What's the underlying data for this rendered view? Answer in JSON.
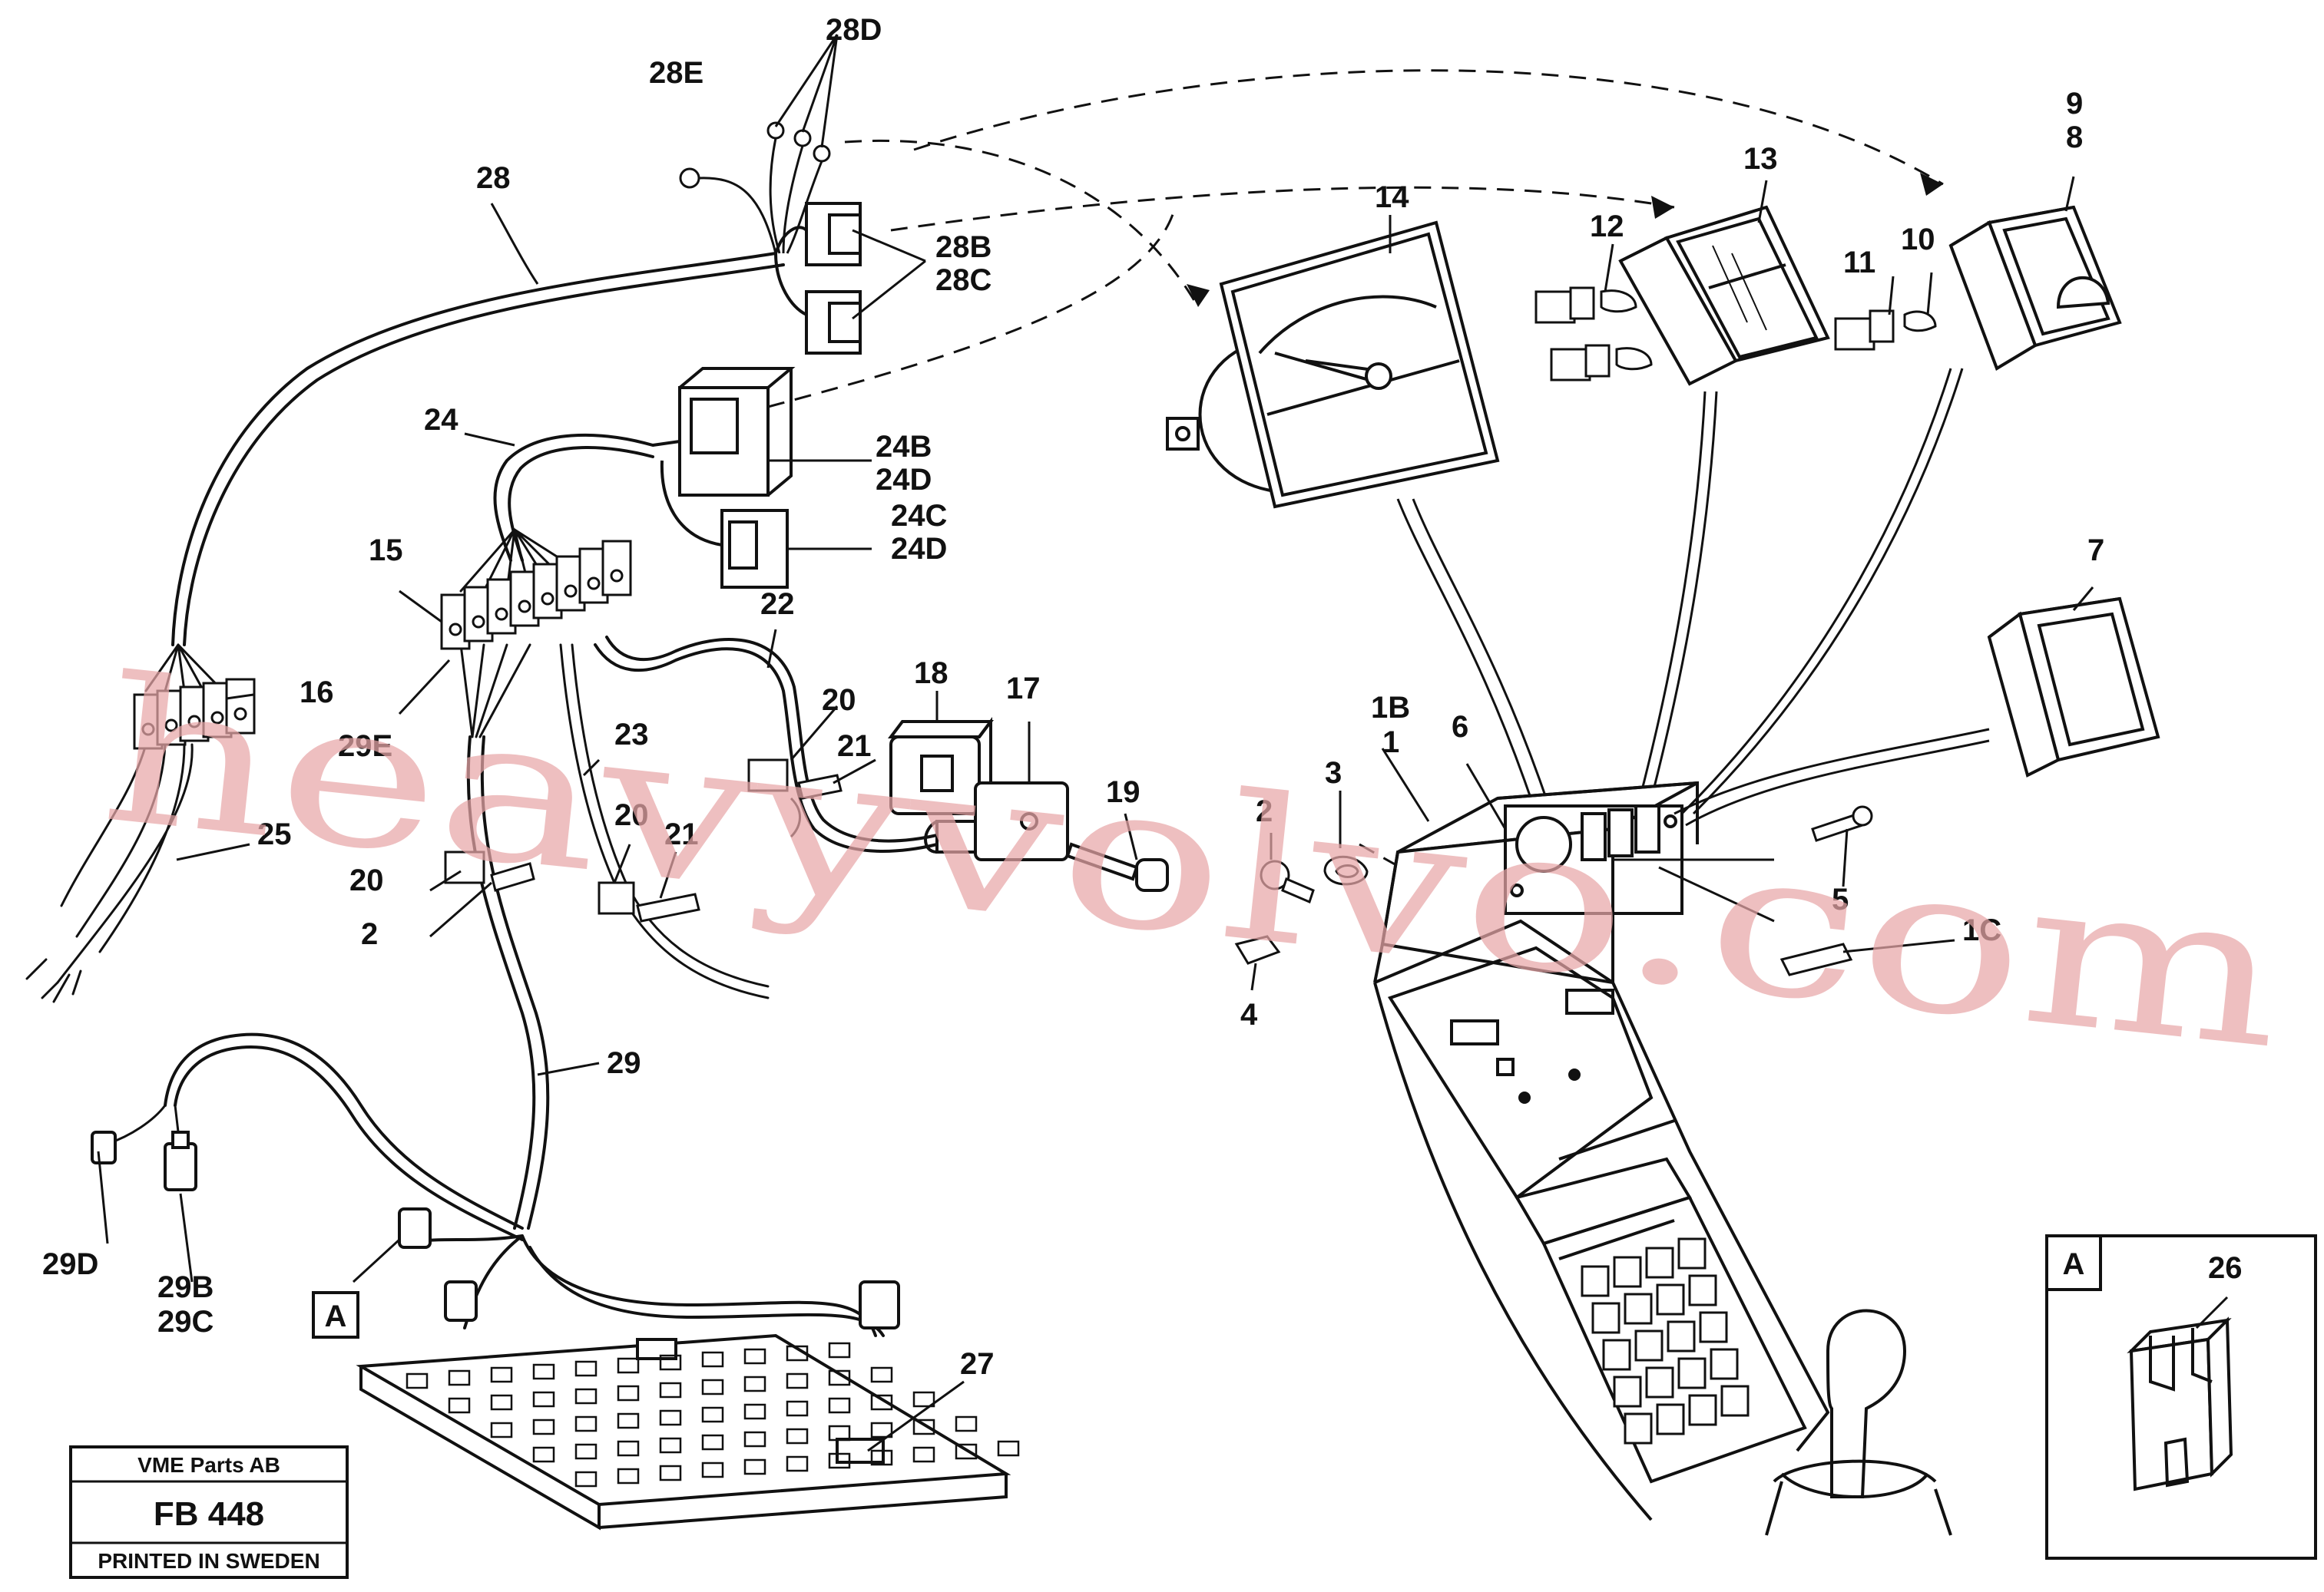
{
  "diagram": {
    "callouts": [
      {
        "key": "c28D",
        "text": "28D"
      },
      {
        "key": "c28E",
        "text": "28E"
      },
      {
        "key": "c28",
        "text": "28"
      },
      {
        "key": "c28B",
        "text": "28B"
      },
      {
        "key": "c28C",
        "text": "28C"
      },
      {
        "key": "c24",
        "text": "24"
      },
      {
        "key": "c24B",
        "text": "24B"
      },
      {
        "key": "c24D1",
        "text": "24D"
      },
      {
        "key": "c24C",
        "text": "24C"
      },
      {
        "key": "c24D2",
        "text": "24D"
      },
      {
        "key": "c15",
        "text": "15"
      },
      {
        "key": "c16",
        "text": "16"
      },
      {
        "key": "c29E",
        "text": "29E"
      },
      {
        "key": "c22",
        "text": "22"
      },
      {
        "key": "c23",
        "text": "23"
      },
      {
        "key": "c20a",
        "text": "20"
      },
      {
        "key": "c21a",
        "text": "21"
      },
      {
        "key": "c20b",
        "text": "20"
      },
      {
        "key": "c21b",
        "text": "21"
      },
      {
        "key": "c20c",
        "text": "20"
      },
      {
        "key": "c2a",
        "text": "2"
      },
      {
        "key": "c25",
        "text": "25"
      },
      {
        "key": "c18",
        "text": "18"
      },
      {
        "key": "c17",
        "text": "17"
      },
      {
        "key": "c19",
        "text": "19"
      },
      {
        "key": "c29",
        "text": "29"
      },
      {
        "key": "c29D",
        "text": "29D"
      },
      {
        "key": "c29B",
        "text": "29B"
      },
      {
        "key": "c29C",
        "text": "29C"
      },
      {
        "key": "c27",
        "text": "27"
      },
      {
        "key": "c14",
        "text": "14"
      },
      {
        "key": "c12",
        "text": "12"
      },
      {
        "key": "c13",
        "text": "13"
      },
      {
        "key": "c11",
        "text": "11"
      },
      {
        "key": "c10",
        "text": "10"
      },
      {
        "key": "c9",
        "text": "9"
      },
      {
        "key": "c8",
        "text": "8"
      },
      {
        "key": "c7",
        "text": "7"
      },
      {
        "key": "c1B",
        "text": "1B"
      },
      {
        "key": "c1",
        "text": "1"
      },
      {
        "key": "c6",
        "text": "6"
      },
      {
        "key": "c3",
        "text": "3"
      },
      {
        "key": "c2b",
        "text": "2"
      },
      {
        "key": "c4",
        "text": "4"
      },
      {
        "key": "c5",
        "text": "5"
      },
      {
        "key": "c1C",
        "text": "1C"
      },
      {
        "key": "c26",
        "text": "26"
      }
    ],
    "detail_marker_a": "A",
    "inset_marker_a": "A"
  },
  "title_block": {
    "company": "VME Parts AB",
    "code": "FB 448",
    "printed": "PRINTED IN SWEDEN"
  },
  "watermark": "heavyvolvo.com"
}
